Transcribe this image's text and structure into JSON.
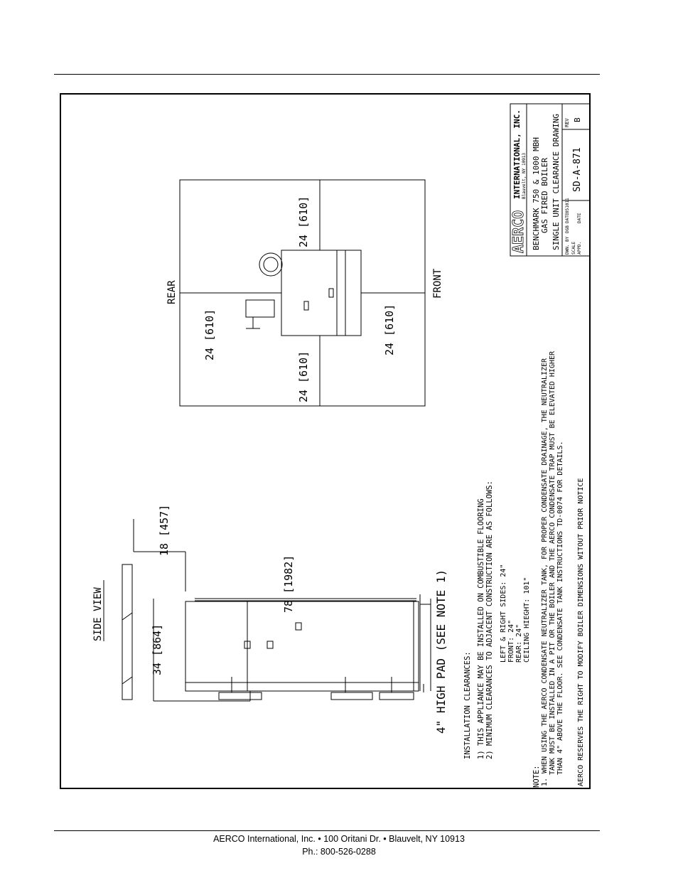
{
  "footer": {
    "line1": "AERCO International, Inc. • 100 Oritani Dr. •  Blauvelt, NY 10913",
    "line2": "Ph.: 800-526-0288"
  },
  "side_view": {
    "title": "SIDE VIEW",
    "dim_height": "34 [864]",
    "dim_top": "18 [457]",
    "dim_length": "78 [1982]",
    "pad_label": "4\" HIGH PAD (SEE NOTE 1)"
  },
  "top_view": {
    "rear_label": "REAR",
    "front_label": "FRONT",
    "dim_rear": "24 [610]",
    "dim_front": "24 [610]",
    "dim_left": "24 [610]",
    "dim_right": "24 [610]"
  },
  "clearances": {
    "heading": "INSTALLATION CLEARANCES:",
    "line1": "1) THIS APPLIANCE MAY BE INSTALLED ON COMBUSTIBLE FLOORING",
    "line2": "2) MINIMUM CLEARANCES TO ADJACENT CONSTRUCTION ARE AS FOLLOWS:",
    "left_right": "LEFT & RIGHT SIDES: 24\"",
    "front": "FRONT: 24\"",
    "rear": "REAR: 24\"",
    "ceiling": "CEILING HIEGHT: 101\""
  },
  "notes": {
    "heading": "NOTE:",
    "n1_a": "1.  WHEN USING THE AERCO CONDENSATE NEUTRALIZER TANK, FOR PROPER CONDENSATE DRAINAGE, THE NEUTRALIZER",
    "n1_b": "TANK MUST BE INSTALLED IN A PIT OR THE BOILER AND THE AERCO CONDENSATE TRAP MUST BE ELEVATED HIGHER",
    "n1_c": "THAN 4\" ABOVE THE FLOOR. SEE CONDENSATE TANK INSTRUCTIONS TD-0074 FOR DETAILS.",
    "reserve": "AERCO RESERVES THE RIGHT TO MODIFY BOILER DIMENSIONS WITOUT PRIOR NOTICE"
  },
  "title_block": {
    "company": "INTERNATIONAL, INC.",
    "city": "Blauvelt, NY 10913",
    "line1": "BENCHMARK 750 & 1000 MBH",
    "line2": "GAS FIRED BOILER",
    "line3": "SINGLE UNIT CLEARANCE DRAWING",
    "dwn_by": "DWN. BY",
    "dwn_by_val": "DGB",
    "date_label": "DATE",
    "date_val": "051011",
    "scale": "SCALE",
    "appd": "APPD.",
    "date2": "DATE",
    "drawing_no": "SD-A-871",
    "rev_label": "REV",
    "rev": "B"
  },
  "logo_text": "AERCO"
}
